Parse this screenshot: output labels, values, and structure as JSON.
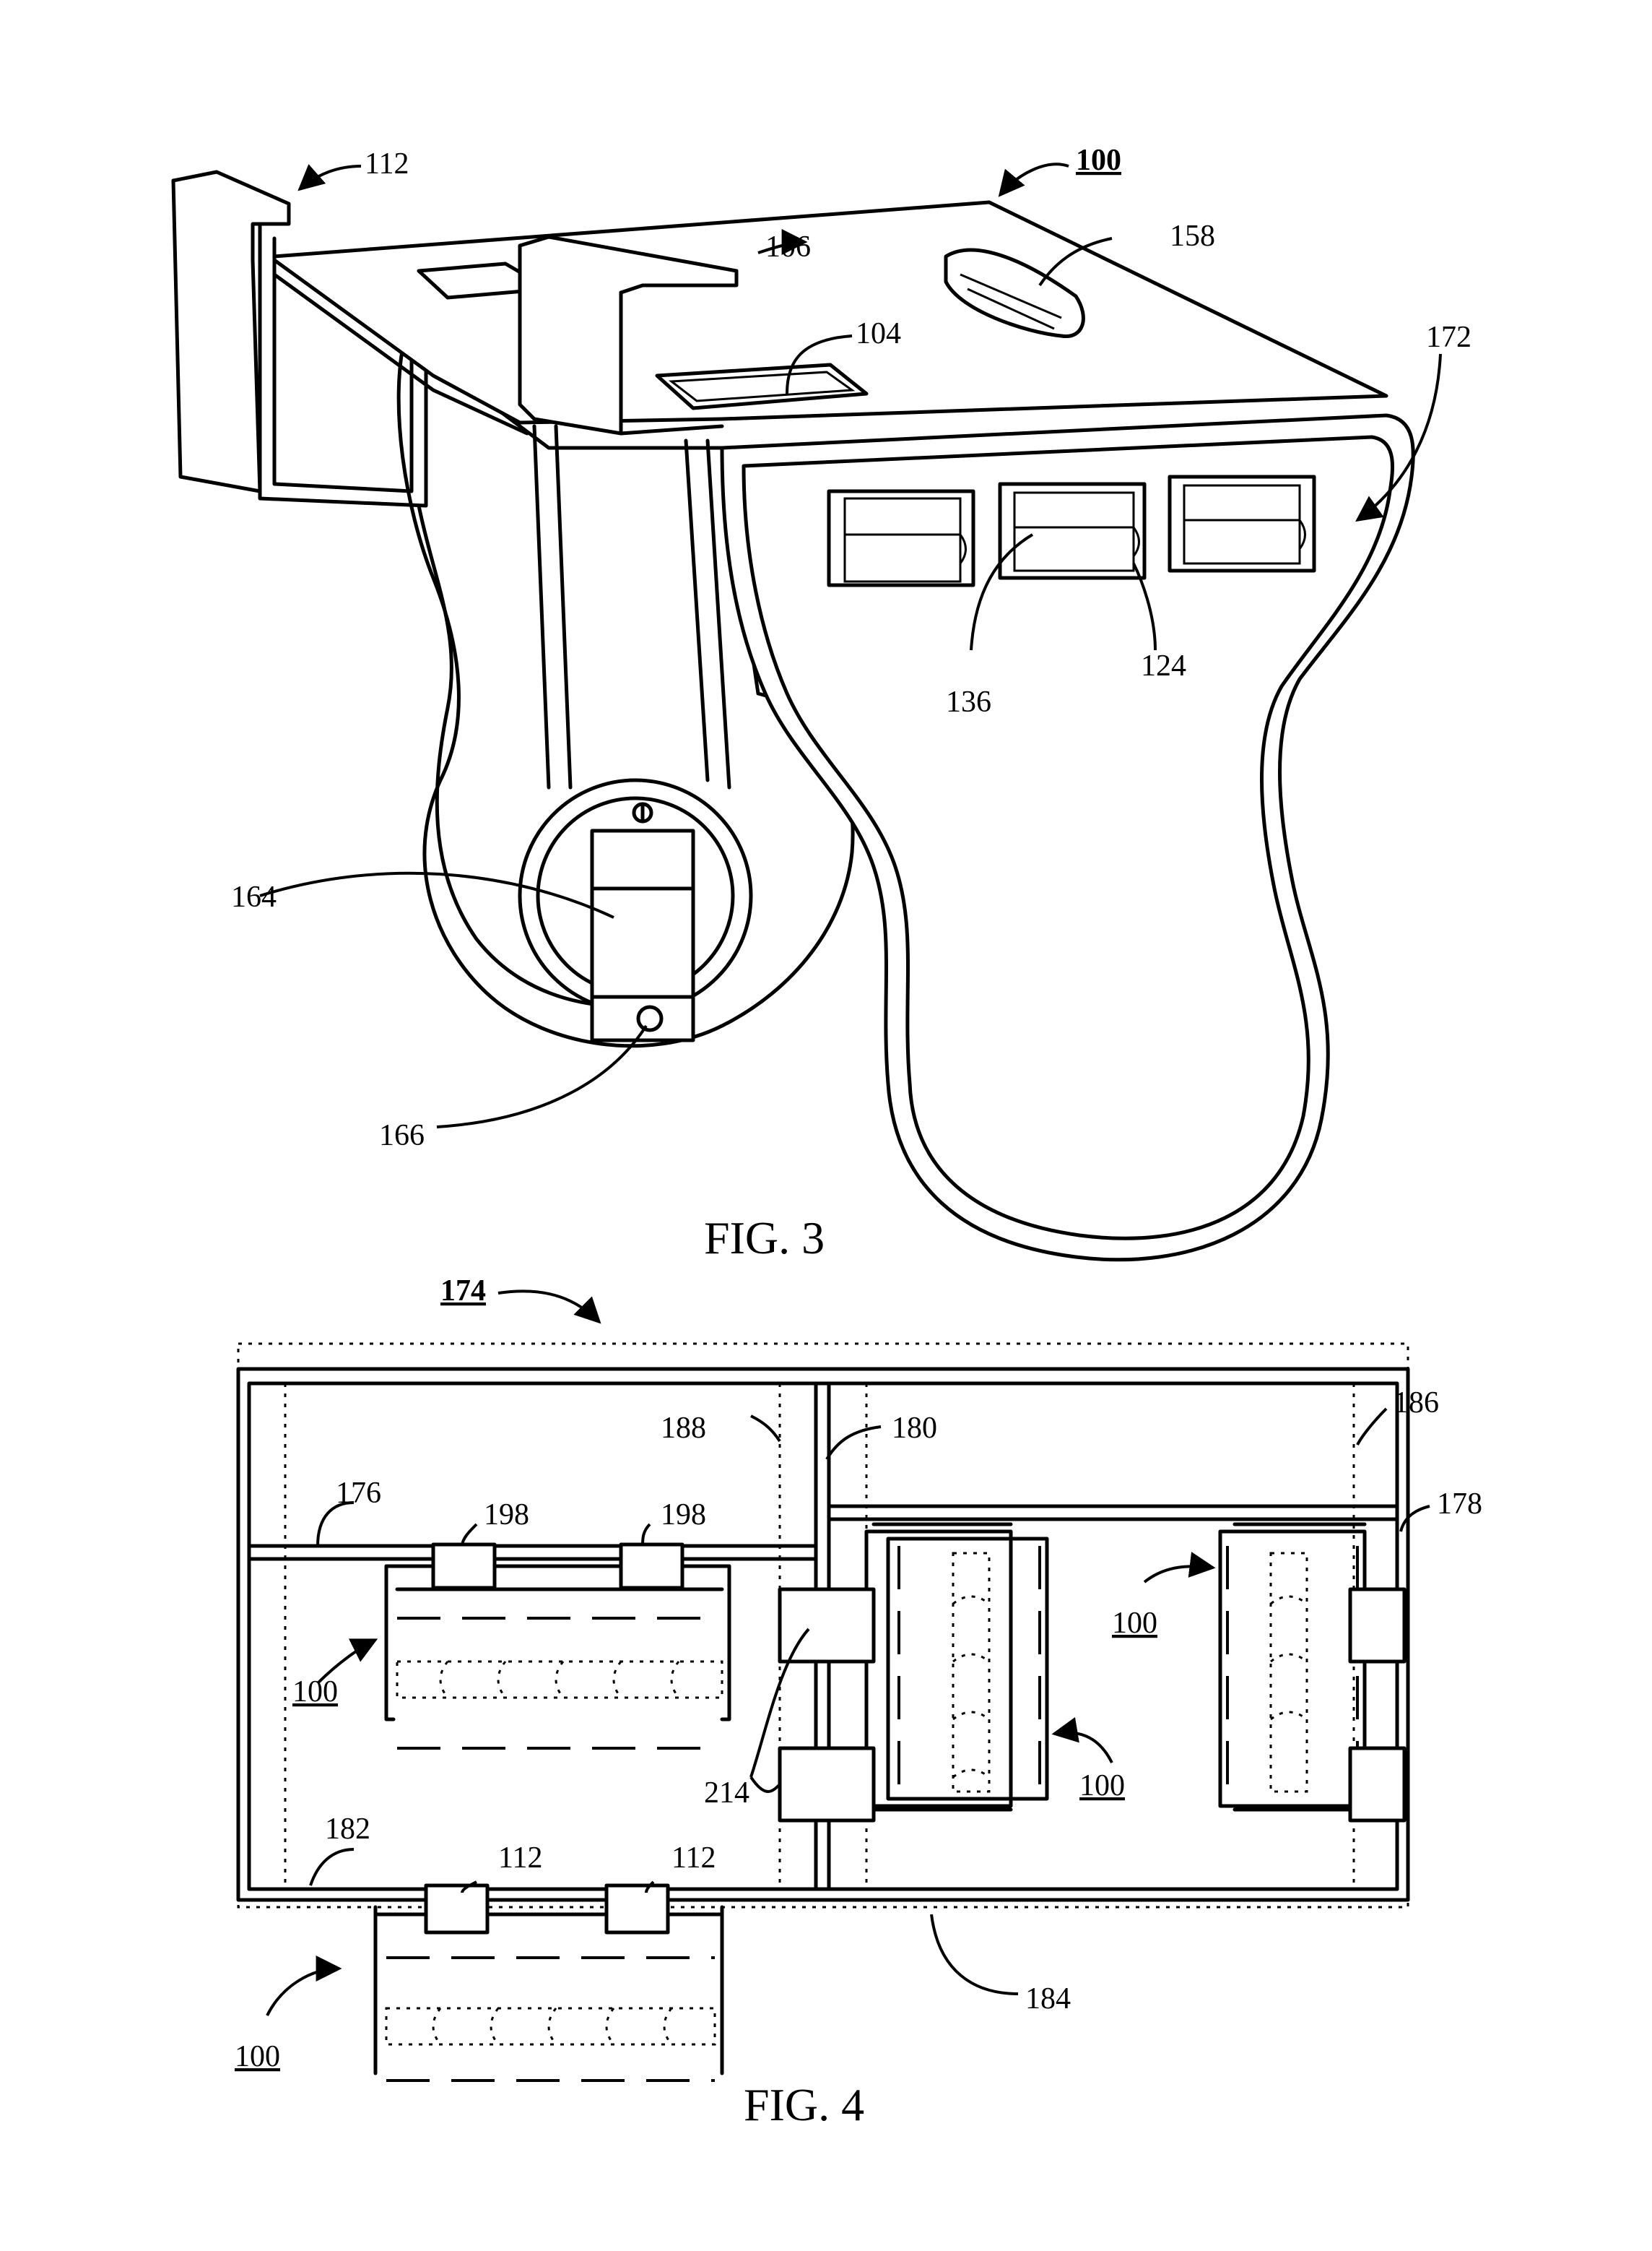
{
  "fig3": {
    "caption": "FIG. 3",
    "labels": {
      "l100": "100",
      "l112": "112",
      "l106": "106",
      "l158": "158",
      "l104": "104",
      "l172": "172",
      "l124": "124",
      "l136": "136",
      "l164": "164",
      "l166": "166"
    }
  },
  "fig4": {
    "caption": "FIG. 4",
    "labels": {
      "l174": "174",
      "l176": "176",
      "l198": "198",
      "l188": "188",
      "l180": "180",
      "l186": "186",
      "l178": "178",
      "l100": "100",
      "l214": "214",
      "l182": "182",
      "l112": "112",
      "l184": "184"
    }
  }
}
